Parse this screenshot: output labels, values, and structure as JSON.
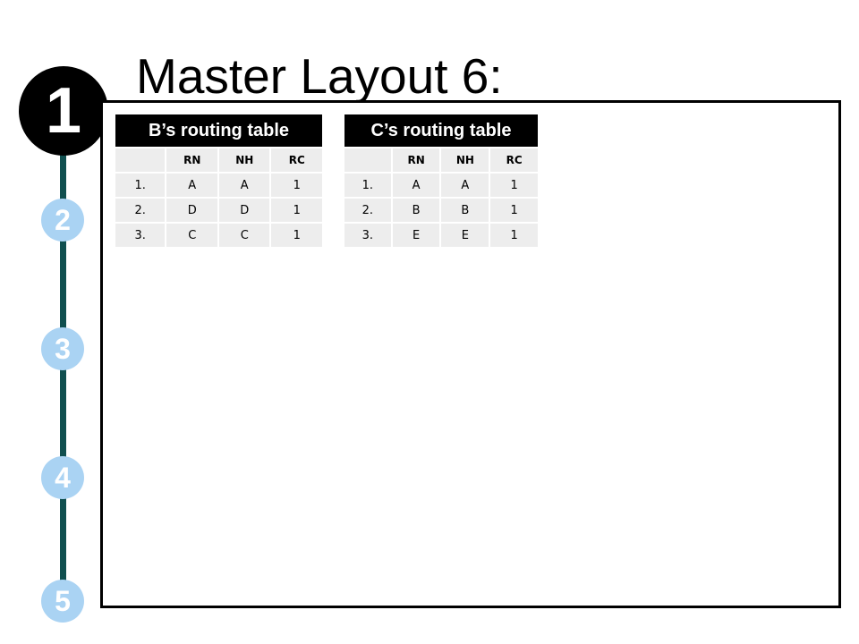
{
  "slide": {
    "title": "Master Layout 6:"
  },
  "steps": [
    {
      "label": "1",
      "state": "active",
      "color": "#000000"
    },
    {
      "label": "2",
      "state": "inactive",
      "color": "#aad3f3"
    },
    {
      "label": "3",
      "state": "inactive",
      "color": "#aad3f3"
    },
    {
      "label": "4",
      "state": "inactive",
      "color": "#aad3f3"
    },
    {
      "label": "5",
      "state": "inactive",
      "color": "#aad3f3"
    }
  ],
  "colors": {
    "timeline": "#104f4f",
    "table_header_bg": "#000000",
    "table_cell_bg": "#ededed"
  },
  "tables": [
    {
      "title": "B’s routing table",
      "columns": [
        "",
        "RN",
        "NH",
        "RC"
      ],
      "rows": [
        [
          "1.",
          "A",
          "A",
          "1"
        ],
        [
          "2.",
          "D",
          "D",
          "1"
        ],
        [
          "3.",
          "C",
          "C",
          "1"
        ]
      ]
    },
    {
      "title": "C’s routing table",
      "columns": [
        "",
        "RN",
        "NH",
        "RC"
      ],
      "rows": [
        [
          "1.",
          "A",
          "A",
          "1"
        ],
        [
          "2.",
          "B",
          "B",
          "1"
        ],
        [
          "3.",
          "E",
          "E",
          "1"
        ]
      ]
    }
  ]
}
